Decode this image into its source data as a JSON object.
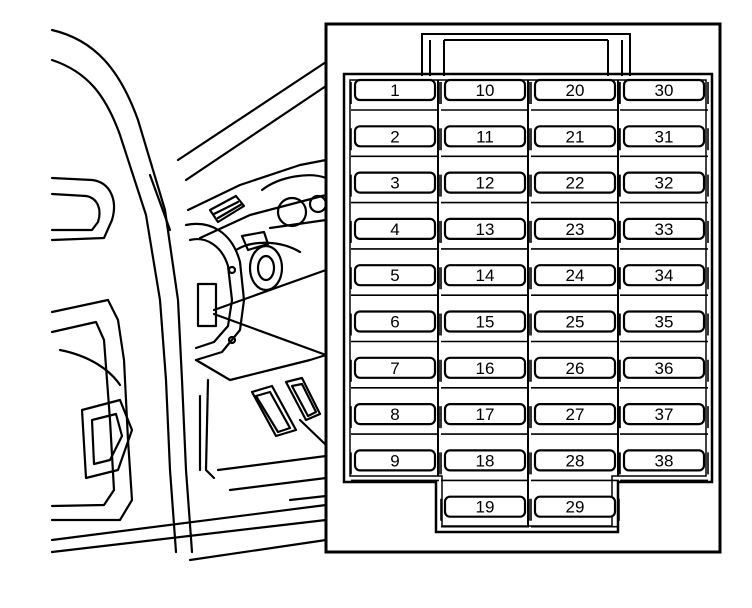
{
  "fuse_box": {
    "columns": [
      {
        "fuses": [
          "1",
          "2",
          "3",
          "4",
          "5",
          "6",
          "7",
          "8",
          "9"
        ]
      },
      {
        "fuses": [
          "10",
          "11",
          "12",
          "13",
          "14",
          "15",
          "16",
          "17",
          "18",
          "19"
        ]
      },
      {
        "fuses": [
          "20",
          "21",
          "22",
          "23",
          "24",
          "25",
          "26",
          "27",
          "28",
          "29"
        ]
      },
      {
        "fuses": [
          "30",
          "31",
          "32",
          "33",
          "34",
          "35",
          "36",
          "37",
          "38"
        ]
      }
    ]
  }
}
